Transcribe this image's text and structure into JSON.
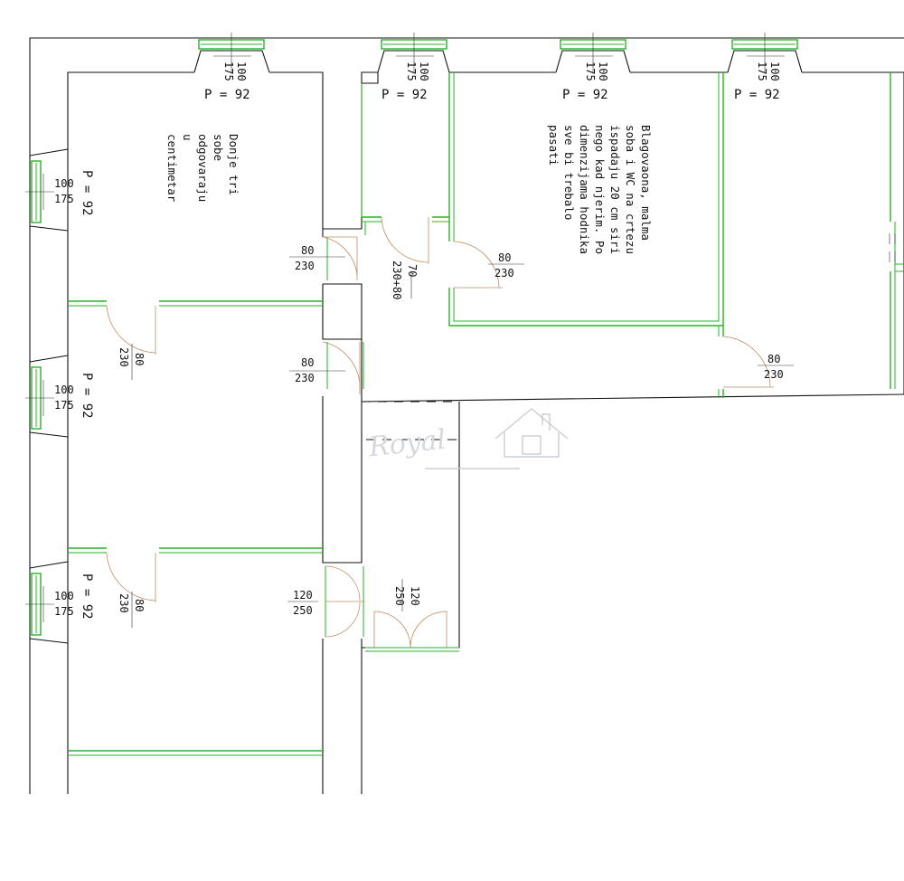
{
  "window_labels": [
    {
      "id": "w1",
      "width": "100",
      "height": "175",
      "area": "P = 92"
    },
    {
      "id": "w2",
      "width": "100",
      "height": "175",
      "area": "P = 92"
    },
    {
      "id": "w3",
      "width": "100",
      "height": "175",
      "area": "P = 92"
    },
    {
      "id": "w4",
      "width": "100",
      "height": "175",
      "area": "P = 92"
    },
    {
      "id": "w5",
      "width": "100",
      "height": "175",
      "area": "P = 92"
    },
    {
      "id": "w6",
      "width": "100",
      "height": "175",
      "area": "P = 92"
    },
    {
      "id": "w7",
      "width": "100",
      "height": "175",
      "area": "P = 92"
    }
  ],
  "door_labels": [
    {
      "id": "d1",
      "width": "80",
      "height": "230"
    },
    {
      "id": "d2",
      "width": "70",
      "height": "230+80"
    },
    {
      "id": "d3",
      "width": "80",
      "height": "230"
    },
    {
      "id": "d4",
      "width": "80",
      "height": "230"
    },
    {
      "id": "d5",
      "width": "80",
      "height": "230"
    },
    {
      "id": "d6",
      "width": "80",
      "height": "230"
    },
    {
      "id": "d7",
      "width": "80",
      "height": "230"
    },
    {
      "id": "d8",
      "width": "120",
      "height": "250"
    },
    {
      "id": "d9",
      "width": "120",
      "height": "250"
    }
  ],
  "notes": {
    "left_room": [
      "Donje tri",
      "sobe",
      "odgovaraju",
      "u",
      "centimetar"
    ],
    "right_room": [
      "Blagovaona, malma",
      "soba i WC na crtezu",
      "ispadaju 20 cm siri",
      "nego kad njerim. Po",
      "dimenzijama hodnika",
      "sve bi trebalo",
      "pasati"
    ]
  },
  "colors": {
    "wall": "#111111",
    "green_line": "#27b327",
    "door_swing": "#c08c62",
    "watermark": "#c9cdd6"
  }
}
